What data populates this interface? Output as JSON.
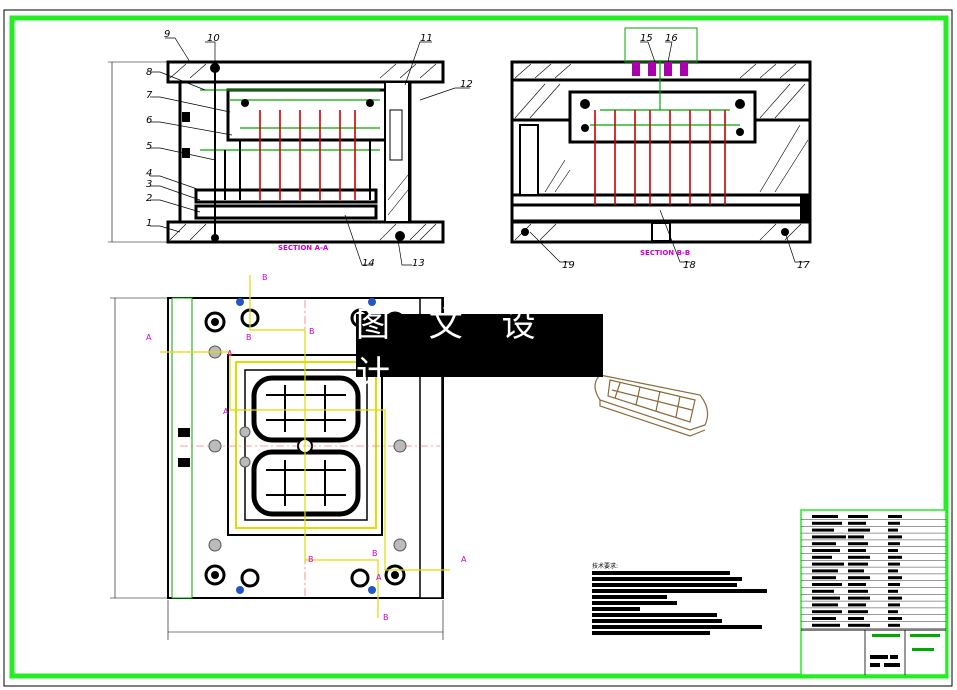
{
  "drawing": {
    "section_a_label": "SECTION A-A",
    "section_b_label": "SECTION B-B",
    "watermark": "图 文 设 计",
    "notes_title": "技术要求:",
    "part_numbers": {
      "p1": "1",
      "p2": "2",
      "p3": "3",
      "p4": "4",
      "p5": "5",
      "p6": "6",
      "p7": "7",
      "p8": "8",
      "p9": "9",
      "p10": "10",
      "p11": "11",
      "p12": "12",
      "p13": "13",
      "p14": "14",
      "p15": "15",
      "p16": "16",
      "p17": "17",
      "p18": "18",
      "p19": "19"
    },
    "section_marks": {
      "a": "A",
      "b": "B"
    },
    "colors": {
      "border": "#22ee22",
      "outline": "#000000",
      "cooling": "#00aa00",
      "pins": "#cc0000",
      "section_text": "#d000d0",
      "axis": "#ff4444",
      "insert": "#dddd00"
    }
  }
}
